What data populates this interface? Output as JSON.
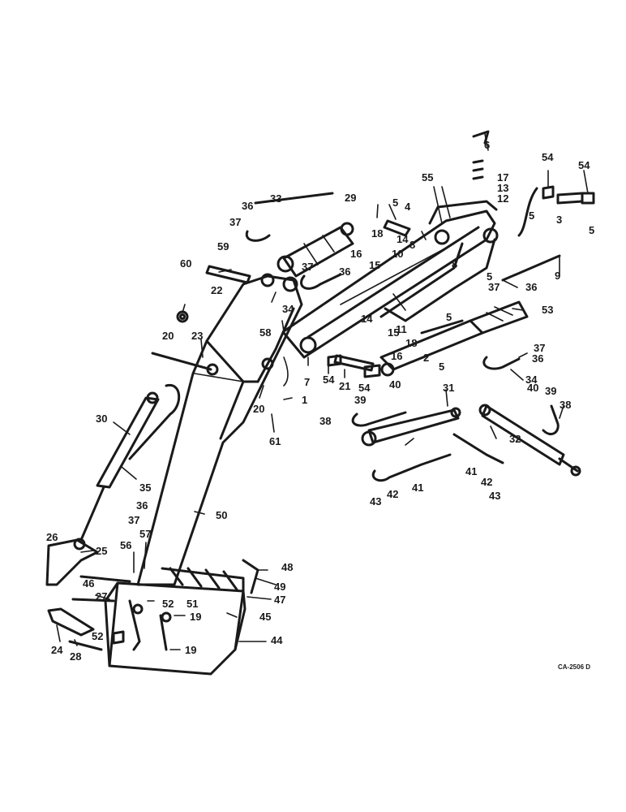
{
  "diagram": {
    "drawing_code": "CA-2506 D",
    "callouts": [
      "1",
      "2",
      "3",
      "4",
      "5",
      "6",
      "7",
      "8",
      "9",
      "10",
      "11",
      "12",
      "13",
      "14",
      "15",
      "16",
      "17",
      "18",
      "19",
      "20",
      "21",
      "22",
      "23",
      "24",
      "25",
      "26",
      "27",
      "28",
      "29",
      "30",
      "31",
      "32",
      "33",
      "34",
      "35",
      "36",
      "37",
      "38",
      "39",
      "40",
      "41",
      "42",
      "43",
      "44",
      "45",
      "46",
      "47",
      "48",
      "49",
      "50",
      "51",
      "52",
      "53",
      "54",
      "55",
      "56",
      "57",
      "58",
      "59",
      "60",
      "61"
    ]
  }
}
